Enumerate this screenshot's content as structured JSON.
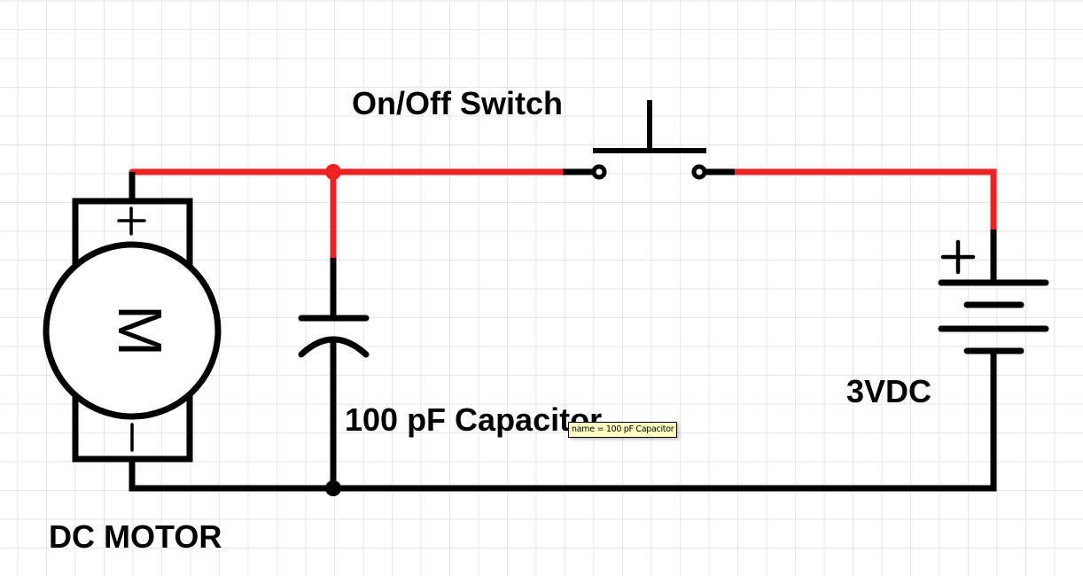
{
  "diagram": {
    "type": "circuit-schematic",
    "colors": {
      "wire_live": "#ee2222",
      "wire_default": "#000000",
      "grid": "#e6e6e6",
      "tooltip_bg": "#ffffc0"
    },
    "components": [
      {
        "id": "motor",
        "kind": "dc-motor",
        "label": "DC MOTOR",
        "symbol_letter": "M",
        "terminals": [
          "+",
          "−"
        ]
      },
      {
        "id": "capacitor",
        "kind": "capacitor",
        "label": "100 pF Capacitor"
      },
      {
        "id": "switch",
        "kind": "pushbutton-switch",
        "label": "On/Off Switch"
      },
      {
        "id": "battery",
        "kind": "battery",
        "label": "3VDC",
        "terminals": [
          "+"
        ]
      }
    ],
    "connections": [
      {
        "from": "motor.+",
        "to": "capacitor.top",
        "state": "live"
      },
      {
        "from": "capacitor.top",
        "to": "switch.left",
        "state": "live"
      },
      {
        "from": "switch.right",
        "to": "battery.+",
        "state": "live"
      },
      {
        "from": "motor.−",
        "to": "capacitor.bottom",
        "state": "default"
      },
      {
        "from": "capacitor.bottom",
        "to": "battery.−",
        "state": "default"
      }
    ]
  },
  "labels": {
    "switch": "On/Off Switch",
    "capacitor": "100 pF Capacitor",
    "battery": "3VDC",
    "motor": "DC MOTOR",
    "motor_letter": "M",
    "plus": "+",
    "minus": "−"
  },
  "tooltip": {
    "text": "name = 100 pF Capacitor"
  }
}
